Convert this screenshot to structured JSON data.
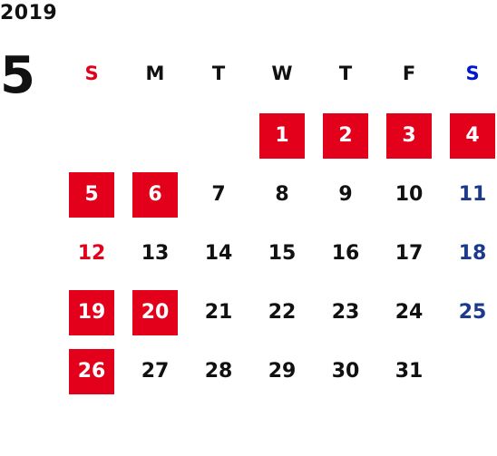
{
  "year": "2019",
  "month": "5",
  "weekdays": [
    "S",
    "M",
    "T",
    "W",
    "T",
    "F",
    "S"
  ],
  "colors": {
    "holiday_bg": "#e3001b",
    "sunday_text": "#e3001b",
    "saturday_text": "#1c3a8c",
    "saturday_header": "#0018d0"
  },
  "weeks": [
    [
      null,
      null,
      null,
      {
        "day": "1",
        "style": "holiday"
      },
      {
        "day": "2",
        "style": "holiday"
      },
      {
        "day": "3",
        "style": "holiday"
      },
      {
        "day": "4",
        "style": "holiday"
      }
    ],
    [
      {
        "day": "5",
        "style": "holiday"
      },
      {
        "day": "6",
        "style": "holiday"
      },
      {
        "day": "7",
        "style": "normal"
      },
      {
        "day": "8",
        "style": "normal"
      },
      {
        "day": "9",
        "style": "normal"
      },
      {
        "day": "10",
        "style": "normal"
      },
      {
        "day": "11",
        "style": "saturday"
      }
    ],
    [
      {
        "day": "12",
        "style": "sunday"
      },
      {
        "day": "13",
        "style": "normal"
      },
      {
        "day": "14",
        "style": "normal"
      },
      {
        "day": "15",
        "style": "normal"
      },
      {
        "day": "16",
        "style": "normal"
      },
      {
        "day": "17",
        "style": "normal"
      },
      {
        "day": "18",
        "style": "saturday"
      }
    ],
    [
      {
        "day": "19",
        "style": "holiday"
      },
      {
        "day": "20",
        "style": "holiday"
      },
      {
        "day": "21",
        "style": "normal"
      },
      {
        "day": "22",
        "style": "normal"
      },
      {
        "day": "23",
        "style": "normal"
      },
      {
        "day": "24",
        "style": "normal"
      },
      {
        "day": "25",
        "style": "saturday"
      }
    ],
    [
      {
        "day": "26",
        "style": "holiday"
      },
      {
        "day": "27",
        "style": "normal"
      },
      {
        "day": "28",
        "style": "normal"
      },
      {
        "day": "29",
        "style": "normal"
      },
      {
        "day": "30",
        "style": "normal"
      },
      {
        "day": "31",
        "style": "normal"
      },
      null
    ]
  ]
}
